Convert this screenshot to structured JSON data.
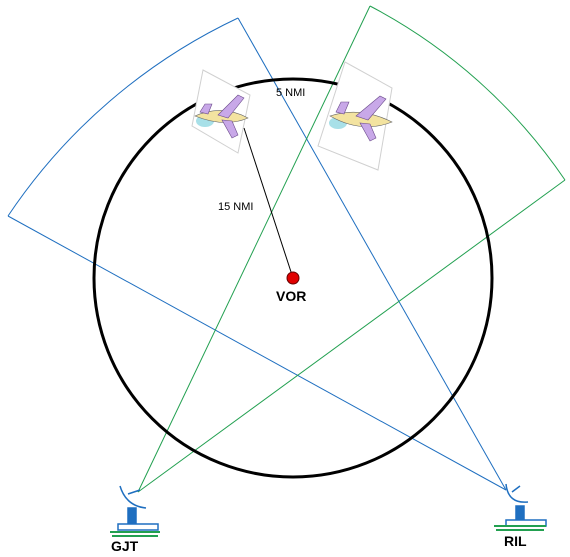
{
  "labels": {
    "distance_top": "5 NMI",
    "distance_radius": "15 NMI",
    "vor": "VOR",
    "radar_left": "GJT",
    "radar_right": "RIL"
  },
  "colors": {
    "gjt_coverage": "#1f6fc0",
    "ril_coverage": "#22a050",
    "circle": "#000000",
    "vor": "#e00000"
  },
  "icons": [
    "airplane-icon",
    "radar-antenna-icon",
    "vor-beacon-icon"
  ]
}
